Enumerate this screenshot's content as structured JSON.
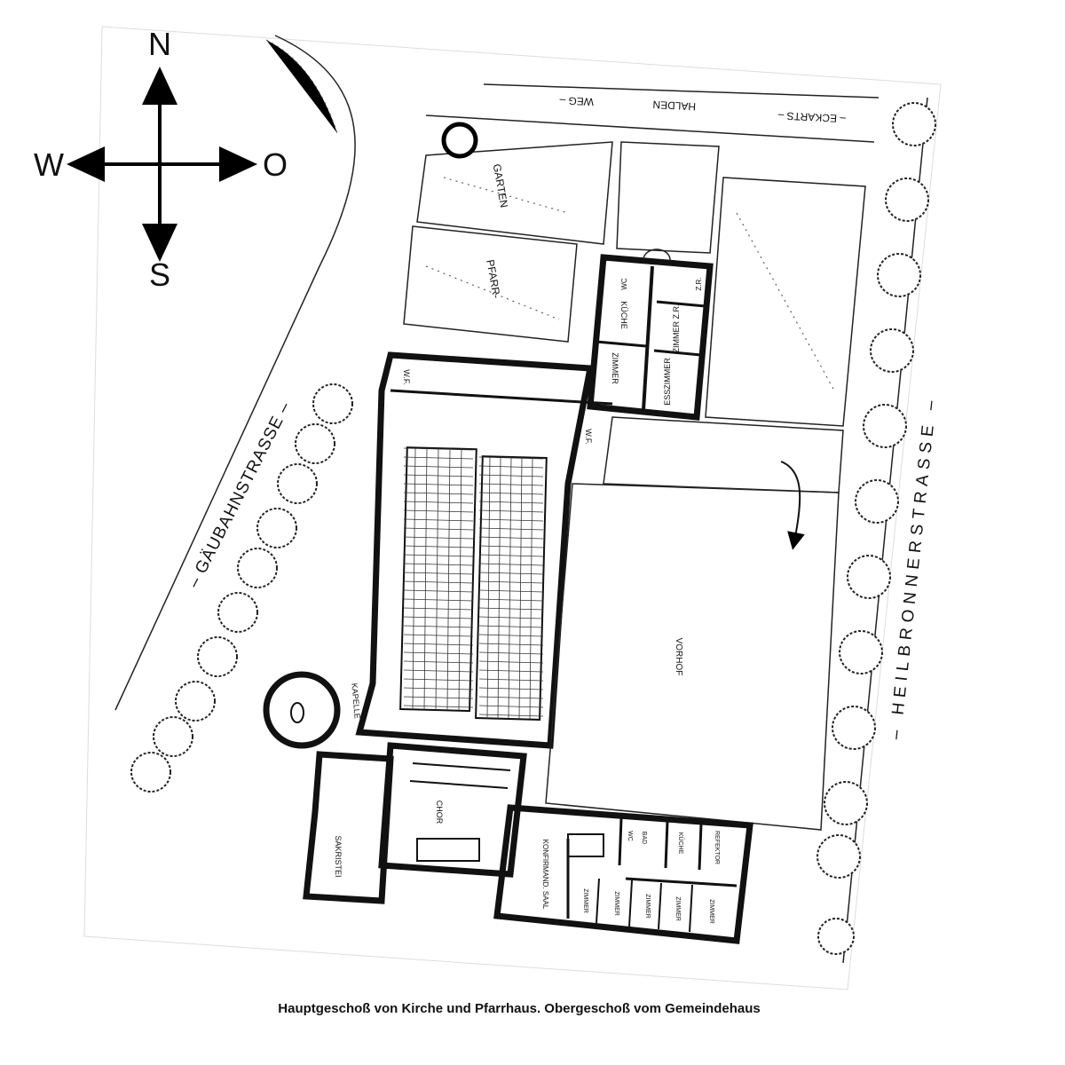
{
  "compass": {
    "north": "N",
    "west": "W",
    "east": "O",
    "south": "S"
  },
  "streets": {
    "left": "– GÄUBAHNSTRASSE –",
    "right": "– HEILBRONNERSTRASSE –",
    "top": [
      "WEG –",
      "HALDEN",
      "– ECKARTS –"
    ]
  },
  "garden": {
    "garten": "GARTEN",
    "pfarr": "PFARR-"
  },
  "pfarrhaus": {
    "rooms": [
      "KÜCHE",
      "ZIMMER",
      "ZIMMER Z.R.",
      "ESSZIMMER",
      "WC",
      "Z.R."
    ]
  },
  "kirche": {
    "wf1": "W.F.",
    "wf2": "W.F.",
    "kapelle": "KAPELLE",
    "chor": "CHOR",
    "sakristei": "SAKRISTEI"
  },
  "vorhof": "VORHOF",
  "gemeindehaus": {
    "saal": "KONFIRMAND. SAAL",
    "wc": "WC",
    "bad": "BAD",
    "kueche": "KÜCHE",
    "refektor": "REFEKTOR",
    "zimmer": [
      "ZIMMER",
      "ZIMMER",
      "ZIMMER",
      "ZIMMER",
      "ZIMMER"
    ]
  },
  "caption": "Hauptgeschoß von Kirche und Pfarrhaus. Obergeschoß vom Gemeindehaus"
}
